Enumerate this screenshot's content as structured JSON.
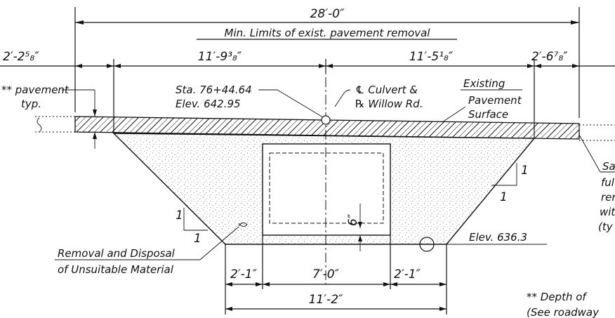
{
  "dimensions": {
    "overall": "28′-0″",
    "limits_note": "Min. Limits of exist. pavement removal",
    "left_outer": "2′-2⁵₈″",
    "left_main": "11′-9³₈″",
    "right_main": "11′-5¹₈″",
    "right_outer": "2′-6⁷₈″",
    "bottom_left": "2′-1″",
    "bottom_center": "7′-0″",
    "bottom_right": "2′-1″",
    "bottom_total": "11′-2″",
    "culvert_offset": "6″"
  },
  "labels": {
    "pavement_1": "** pavement",
    "pavement_2": "typ.",
    "station_1": "Sta. 76+44.64",
    "station_2": "Elev. 642.95",
    "culvert_1": "℄ Culvert &",
    "culvert_2": "℞ Willow Rd.",
    "existing_1": "Existing",
    "existing_2": "Pavement",
    "existing_3": "Surface",
    "elev_bottom": "Elev. 636.3",
    "removal_1": "Removal and Disposal",
    "removal_2": "of Unsuitable Material",
    "slope_left_v": "1",
    "slope_left_h": "1",
    "slope_right_v": "1",
    "slope_right_h": "1",
    "sawcut_1": "Sa",
    "sawcut_2": "ful",
    "sawcut_3": "rer",
    "sawcut_4": "wit",
    "sawcut_5": "(ty",
    "depth_note_1": "** Depth of",
    "depth_note_2": "(See roadway"
  }
}
